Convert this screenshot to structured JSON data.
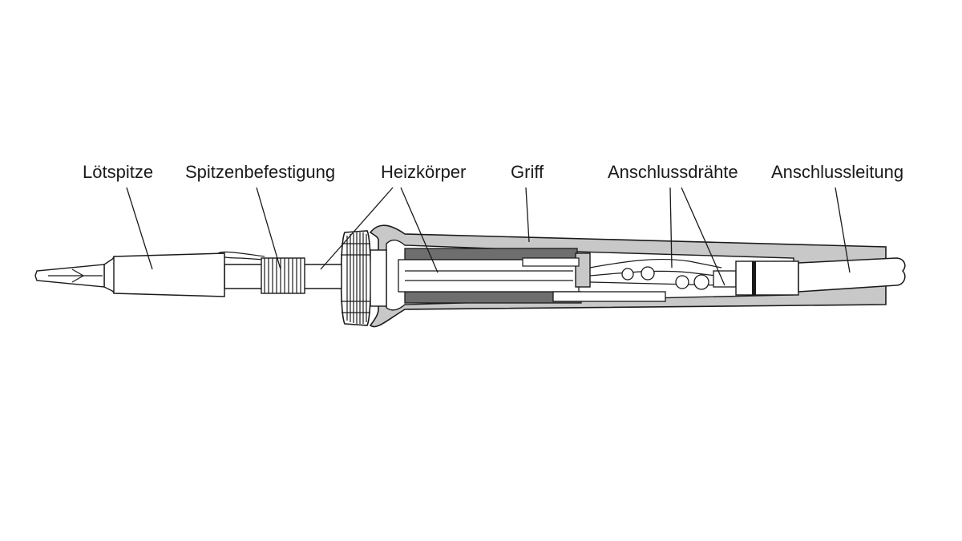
{
  "labels": {
    "tip": "Lötspitze",
    "tip_mount": "Spitzenbefestigung",
    "heater": "Heizkörper",
    "handle": "Griff",
    "wires": "Anschlussdrähte",
    "cable": "Anschlussleitung"
  },
  "colors": {
    "ink": "#1a1a1a",
    "handle_gray": "#c8c8c8",
    "dark_gray": "#6e6e6e"
  }
}
